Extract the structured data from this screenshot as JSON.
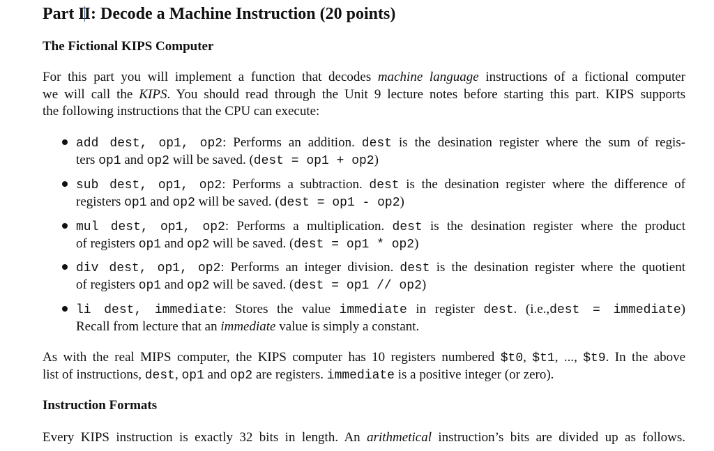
{
  "title": {
    "prefix": "Part I",
    "suffix": "I: Decode a Machine Instruction (20 points)"
  },
  "section1": "The Fictional KIPS Computer",
  "intro": {
    "l1a": "For this part you will implement a function that decodes ",
    "l1b": "machine language",
    "l1c": " instructions of a fictional computer",
    "l2a": "we will call the ",
    "l2b": "KIPS",
    "l2c": ". You should read through the Unit 9 lecture notes before starting this part. KIPS supports",
    "l3": "the following instructions that the CPU can execute:"
  },
  "items": {
    "add": {
      "sig": "add dest, op1, op2",
      "l1a": ": Performs an addition. ",
      "dest": "dest",
      "l1b": " is the desination register where the sum of regis-",
      "l2a": "ters ",
      "op1": "op1",
      "and": " and ",
      "op2": "op2",
      "l2b": " will be saved. (",
      "expr": "dest = op1 + op2",
      "close": ")"
    },
    "sub": {
      "sig": "sub dest, op1, op2",
      "l1a": ": Performs a subtraction. ",
      "dest": "dest",
      "l1b": " is the desination register where the difference of",
      "l2a": "registers ",
      "op1": "op1",
      "and": " and ",
      "op2": "op2",
      "l2b": " will be saved. (",
      "expr": "dest = op1 - op2",
      "close": ")"
    },
    "mul": {
      "sig": "mul dest, op1, op2",
      "l1a": ": Performs a multiplication. ",
      "dest": "dest",
      "l1b": " is the desination register where the product",
      "l2a": "of registers ",
      "op1": "op1",
      "and": " and ",
      "op2": "op2",
      "l2b": " will be saved. (",
      "expr": "dest = op1 * op2",
      "close": ")"
    },
    "div": {
      "sig": "div dest, op1, op2",
      "l1a": ": Performs an integer division. ",
      "dest": "dest",
      "l1b": " is the desination register where the quotient",
      "l2a": "of registers ",
      "op1": "op1",
      "and": " and ",
      "op2": "op2",
      "l2b": " will be saved. (",
      "expr": "dest = op1 // op2",
      "close": ")"
    },
    "li": {
      "sig": "li dest, immediate",
      "l1a": ": Stores the value ",
      "imm": "immediate",
      "l1b": " in register ",
      "dest": "dest",
      "l1c": ". (i.e.,",
      "expr": "dest = immediate",
      "close": ")",
      "l2a": "Recall from lecture that an ",
      "l2b": "immediate",
      "l2c": " value is simply a constant."
    }
  },
  "para2": {
    "l1a": "As with the real MIPS computer, the KIPS computer has 10 registers numbered ",
    "t0": "$t0",
    "comma1": ", ",
    "t1": "$t1",
    "dots": ", ..., ",
    "t9": "$t9",
    "l1b": ". In the above",
    "l2a": "list of instructions, ",
    "dest": "dest",
    "comma2": ", ",
    "op1": "op1",
    "and": " and ",
    "op2": "op2",
    "l2b": " are registers. ",
    "imm": "immediate",
    "l2c": " is a positive integer (or zero)."
  },
  "section2": "Instruction Formats",
  "para3": {
    "a": "Every KIPS instruction is exactly 32 bits in length. An ",
    "b": "arithmetical",
    "c": " instruction’s bits are divided up as follows."
  }
}
